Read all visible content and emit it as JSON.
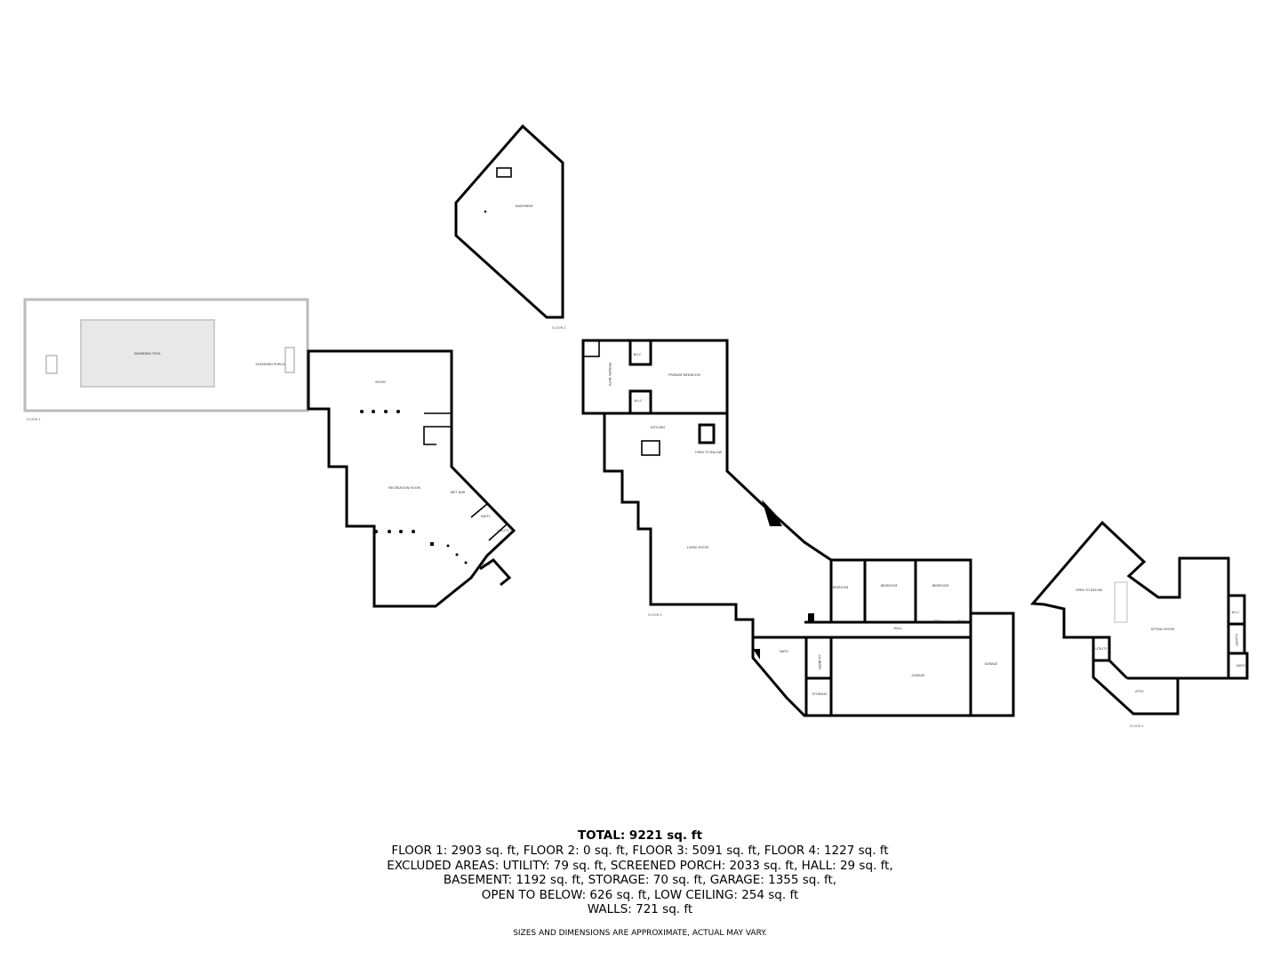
{
  "floors": {
    "floor1": {
      "label": "FLOOR 1",
      "rooms": [
        "SWIMMING POOL",
        "SCREENED PORCH",
        "ROOM",
        "RECREATION ROOM",
        "WET BAR",
        "BATH",
        "UTILITY",
        "HALL"
      ]
    },
    "floor2": {
      "label": "FLOOR 2",
      "rooms": [
        "BASEMENT"
      ]
    },
    "floor3": {
      "label": "FLOOR 3",
      "rooms": [
        "PRIMARY BATH",
        "W.I.C",
        "PRIMARY BEDROOM",
        "W.I.C",
        "KITCHEN",
        "OPEN TO BELOW",
        "LIVING ROOM",
        "BEDROOM",
        "BEDROOM",
        "BEDROOM",
        "HALL",
        "BATH",
        "W.I.C",
        "BATH",
        "LAUNDRY",
        "STORAGE",
        "GARAGE",
        "GARAGE"
      ]
    },
    "floor4": {
      "label": "FLOOR 4",
      "rooms": [
        "OPEN TO BELOW",
        "SITTING ROOM",
        "W.I.C",
        "CLOSET",
        "BATH",
        "UTILITY",
        "ATTIC"
      ]
    }
  },
  "summary": {
    "total": "TOTAL: 9221 sq. ft",
    "lines": [
      "FLOOR 1: 2903 sq. ft, FLOOR 2: 0 sq. ft, FLOOR 3: 5091 sq. ft, FLOOR 4: 1227 sq. ft",
      "EXCLUDED AREAS: UTILITY: 79 sq. ft, SCREENED PORCH: 2033 sq. ft, HALL: 29 sq. ft,",
      "BASEMENT: 1192 sq. ft, STORAGE: 70 sq. ft, GARAGE: 1355 sq. ft,",
      "OPEN TO BELOW: 626 sq. ft, LOW CEILING: 254 sq. ft",
      "WALLS: 721 sq. ft"
    ],
    "disclaimer": "SIZES AND DIMENSIONS ARE APPROXIMATE, ACTUAL MAY VARY."
  }
}
